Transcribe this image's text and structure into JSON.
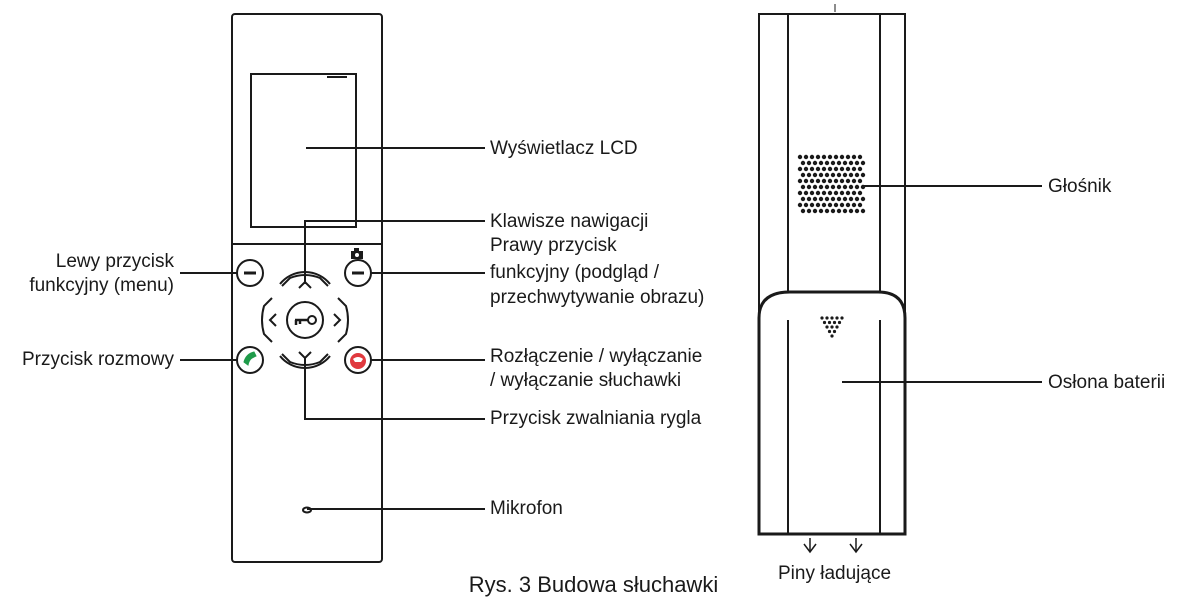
{
  "labels": {
    "lcd": "Wyświetlacz LCD",
    "nav_keys": "Klawisze nawigacji",
    "right_fn_1": "Prawy przycisk",
    "right_fn_2": "funkcyjny (podgląd /",
    "right_fn_3": "przechwytywanie obrazu)",
    "left_fn_1": "Lewy przycisk",
    "left_fn_2": "funkcyjny (menu)",
    "talk": "Przycisk rozmowy",
    "hangup_1": "Rozłączenie / wyłączanie",
    "hangup_2": "/ wyłączanie słuchawki",
    "unlock": "Przycisk zwalniania rygla",
    "mic": "Mikrofon",
    "speaker": "Głośnik",
    "battery_cover": "Osłona baterii",
    "charging_pins": "Piny ładujące"
  },
  "caption": "Rys. 3 Budowa słuchawki",
  "icons": [
    "left-function-button-icon",
    "right-function-button-icon",
    "camera-icon",
    "up-arrow-icon",
    "down-arrow-icon",
    "left-arrow-icon",
    "right-arrow-icon",
    "key-icon",
    "call-handset-icon",
    "hangup-handset-icon",
    "microphone-hole-icon",
    "speaker-grille-icon",
    "down-arrow-pin-icon"
  ],
  "colors": {
    "line": "#1a1a1a",
    "call_green": "#1f9b4a",
    "hangup_red": "#e0393e"
  }
}
